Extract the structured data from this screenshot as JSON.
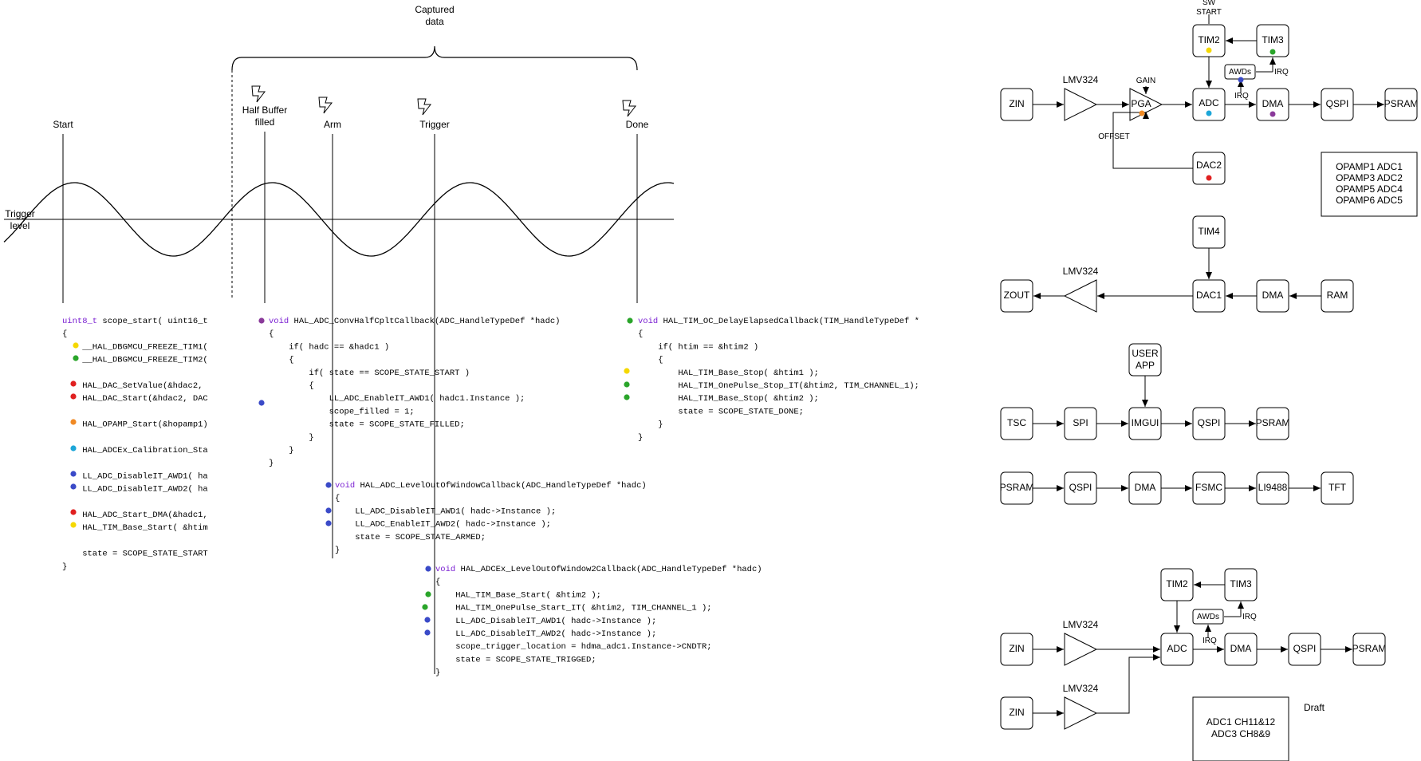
{
  "timeline": {
    "captured_label_1": "Captured",
    "captured_label_2": "data",
    "markers": {
      "start": "Start",
      "half_1": "Half Buffer",
      "half_2": "filled",
      "arm": "Arm",
      "trigger": "Trigger",
      "done": "Done"
    },
    "trigger_level_1": "Trigger",
    "trigger_level_2": "level"
  },
  "code_blocks": {
    "scope_start": [
      "uint8_t scope_start( uint16_t",
      "{",
      "    __HAL_DBGMCU_FREEZE_TIM1(",
      "    __HAL_DBGMCU_FREEZE_TIM2(",
      "",
      "    HAL_DAC_SetValue(&hdac2,",
      "    HAL_DAC_Start(&hdac2, DAC",
      "",
      "    HAL_OPAMP_Start(&hopamp1)",
      "",
      "    HAL_ADCEx_Calibration_Sta",
      "",
      "    LL_ADC_DisableIT_AWD1( ha",
      "    LL_ADC_DisableIT_AWD2( ha",
      "",
      "    HAL_ADC_Start_DMA(&hadc1,",
      "    HAL_TIM_Base_Start( &htim",
      "",
      "    state = SCOPE_STATE_START",
      "}"
    ],
    "half_cplt": [
      "void HAL_ADC_ConvHalfCpltCallback(ADC_HandleTypeDef *hadc)",
      "{",
      "    if( hadc == &hadc1 )",
      "    {",
      "        if( state == SCOPE_STATE_START )",
      "        {",
      "            LL_ADC_EnableIT_AWD1( hadc1.Instance );",
      "            scope_filled = 1;",
      "            state = SCOPE_STATE_FILLED;",
      "        }",
      "    }",
      "}"
    ],
    "delay_elapsed": [
      "void HAL_TIM_OC_DelayElapsedCallback(TIM_HandleTypeDef *",
      "{",
      "    if( htim == &htim2 )",
      "    {",
      "        HAL_TIM_Base_Stop( &htim1 );",
      "        HAL_TIM_OnePulse_Stop_IT(&htim2, TIM_CHANNEL_1);",
      "        HAL_TIM_Base_Stop( &htim2 );",
      "        state = SCOPE_STATE_DONE;",
      "    }",
      "}"
    ],
    "level_out": [
      "void HAL_ADC_LevelOutOfWindowCallback(ADC_HandleTypeDef *hadc)",
      "{",
      "    LL_ADC_DisableIT_AWD1( hadc->Instance );",
      "    LL_ADC_EnableIT_AWD2( hadc->Instance );",
      "    state = SCOPE_STATE_ARMED;",
      "}"
    ],
    "level_out2": [
      "void HAL_ADCEx_LevelOutOfWindow2Callback(ADC_HandleTypeDef *hadc)",
      "{",
      "    HAL_TIM_Base_Start( &htim2 );",
      "    HAL_TIM_OnePulse_Start_IT( &htim2, TIM_CHANNEL_1 );",
      "    LL_ADC_DisableIT_AWD1( hadc->Instance );",
      "    LL_ADC_DisableIT_AWD2( hadc->Instance );",
      "    scope_trigger_location = hdma_adc1.Instance->CNDTR;",
      "    state = SCOPE_STATE_TRIGGED;",
      "}"
    ]
  },
  "diagram1": {
    "sw_start_1": "SW",
    "sw_start_2": "START",
    "tim2": "TIM2",
    "tim3": "TIM3",
    "awds": "AWDs",
    "irq_a": "IRQ",
    "irq_b": "IRQ",
    "zin": "ZIN",
    "lmv324": "LMV324",
    "gain": "GAIN",
    "pga": "PGA",
    "adc": "ADC",
    "dma": "DMA",
    "qspi": "QSPI",
    "psram": "PSRAM",
    "offset": "OFFSET",
    "dac2": "DAC2",
    "opamp_table": [
      "OPAMP1 ADC1",
      "OPAMP3 ADC2",
      "OPAMP5 ADC4",
      "OPAMP6 ADC5"
    ]
  },
  "diagram2": {
    "tim4": "TIM4",
    "lmv324": "LMV324",
    "zout": "ZOUT",
    "dac1": "DAC1",
    "dma": "DMA",
    "ram": "RAM"
  },
  "diagram3": {
    "user_app_1": "USER",
    "user_app_2": "APP",
    "tsc": "TSC",
    "spi": "SPI",
    "imgui": "IMGUI",
    "qspi": "QSPI",
    "psram": "PSRAM"
  },
  "diagram4": {
    "psram": "PSRAM",
    "qspi": "QSPI",
    "dma": "DMA",
    "fsmc": "FSMC",
    "li9488": "LI9488",
    "tft": "TFT"
  },
  "diagram5": {
    "tim2": "TIM2",
    "tim3": "TIM3",
    "awds": "AWDs",
    "irq_a": "IRQ",
    "irq_b": "IRQ",
    "zin_a": "ZIN",
    "zin_b": "ZIN",
    "lmv324_a": "LMV324",
    "lmv324_b": "LMV324",
    "adc": "ADC",
    "dma": "DMA",
    "qspi": "QSPI",
    "psram": "PSRAM",
    "draft": "Draft",
    "adc_note_1": "ADC1 CH11&12",
    "adc_note_2": "ADC3 CH8&9"
  },
  "colors": {
    "yellow": "#f5d800",
    "green": "#2aa52a",
    "red": "#e02020",
    "orange": "#f08a24",
    "cyan": "#1ca6d8",
    "blue": "#3a4ac8",
    "purple": "#8a3a9a"
  }
}
